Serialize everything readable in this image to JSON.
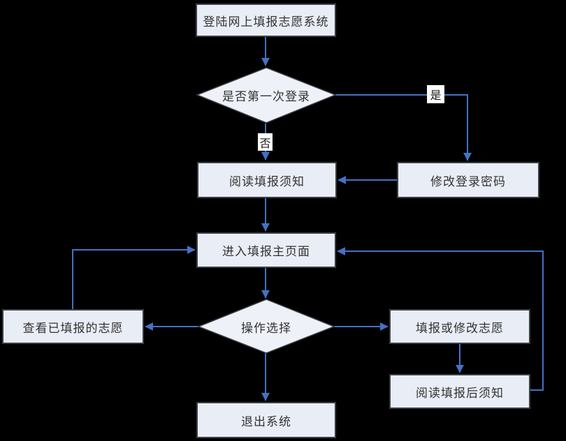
{
  "diagram": {
    "title_semantic": "online-application-flowchart",
    "colors": {
      "background": "#000000",
      "node_fill": "#e9edf6",
      "node_border": "#3a3f46",
      "arrow": "#4472c4",
      "text": "#333333",
      "edge_label_bg": "#ffffff"
    },
    "nodes": {
      "login": {
        "label": "登陆网上填报志愿系统",
        "type": "process"
      },
      "first_login": {
        "label": "是否第一次登录",
        "type": "decision"
      },
      "read_notice": {
        "label": "阅读填报须知",
        "type": "process"
      },
      "change_password": {
        "label": "修改登录密码",
        "type": "process"
      },
      "main_page": {
        "label": "进入填报主页面",
        "type": "process"
      },
      "operation": {
        "label": "操作选择",
        "type": "decision"
      },
      "view_submitted": {
        "label": "查看已填报的志愿",
        "type": "process"
      },
      "fill_modify": {
        "label": "填报或修改志愿",
        "type": "process"
      },
      "read_after": {
        "label": "阅读填报后须知",
        "type": "process"
      },
      "exit": {
        "label": "退出系统",
        "type": "process"
      }
    },
    "edge_labels": {
      "yes": "是",
      "no": "否"
    }
  }
}
